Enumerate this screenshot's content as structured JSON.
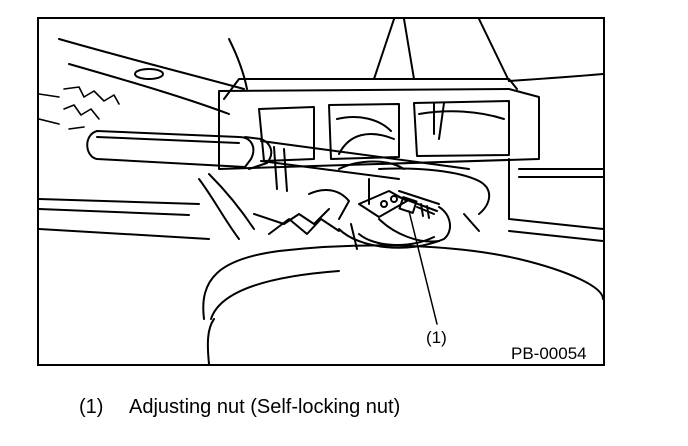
{
  "figure": {
    "callout_label": "(1)",
    "figure_code": "PB-00054"
  },
  "legend": {
    "items": [
      {
        "number": "(1)",
        "text": "Adjusting nut (Self-locking nut)"
      }
    ]
  },
  "colors": {
    "ink": "#000000",
    "paper": "#ffffff"
  }
}
